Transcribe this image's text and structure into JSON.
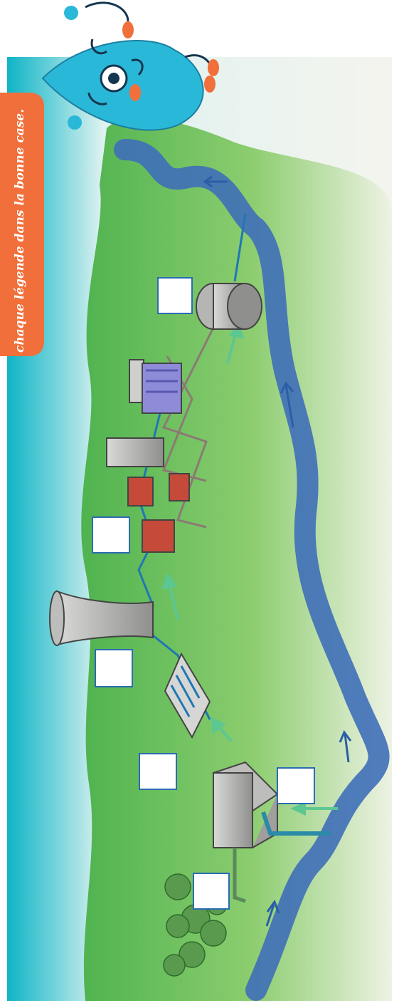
{
  "instruction": {
    "text": "chaque légende dans la bonne case.",
    "bubble_color": "#f06f3a"
  },
  "label_boxes": [
    {
      "id": "box-water-tower",
      "content": ""
    },
    {
      "id": "box-water-treatment",
      "content": ""
    },
    {
      "id": "box-cooling-tower",
      "content": ""
    },
    {
      "id": "box-filtration-plate",
      "content": ""
    },
    {
      "id": "box-pumping-station",
      "content": ""
    },
    {
      "id": "box-forest",
      "content": ""
    }
  ],
  "colors": {
    "sky": "#0fb4c6",
    "land": "#5cb75a",
    "river": "#3f6fb8",
    "water_pipe": "#1f78b4",
    "waste_pipe": "#8b7a74",
    "flow_arrow": "#5dc792",
    "mascot": "#2ab8d9"
  },
  "icons": [
    "water-drop-mascot-icon",
    "flow-arrow-icon",
    "river-arrow-icon"
  ]
}
